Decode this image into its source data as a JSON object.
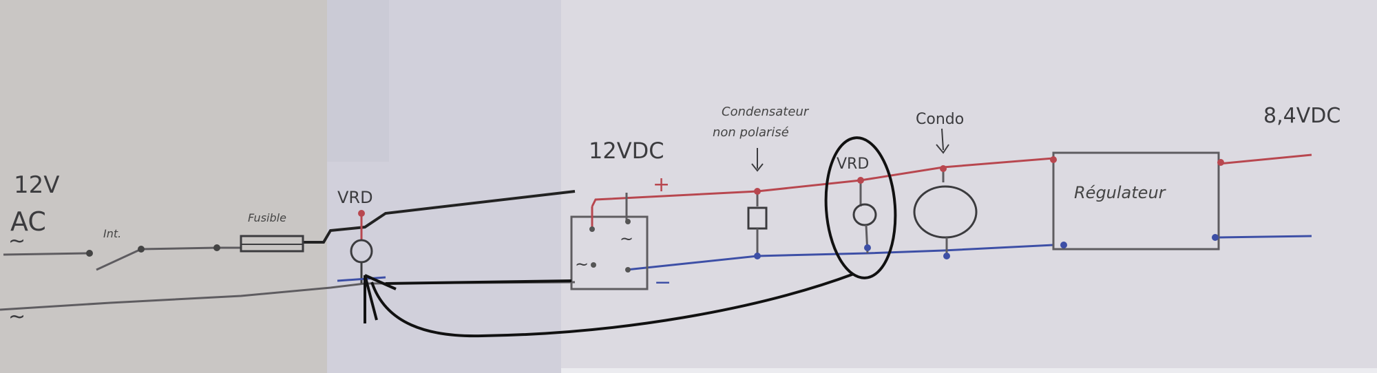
{
  "labels": {
    "input_voltage": "12V",
    "input_type": "AC",
    "tilde_top": "~",
    "tilde_bottom": "~",
    "switch": "Int.",
    "fuse": "Fusible",
    "vrd_left": "VRD",
    "dc_voltage": "12VDC",
    "plus": "+",
    "minus": "−",
    "bridge_tilde_1": "~",
    "bridge_tilde_2": "~",
    "capacitor_np_line1": "Condensateur",
    "capacitor_np_line2": "non polarisé",
    "vrd_right": "VRD",
    "capacitor": "Condo",
    "regulator": "Régulateur",
    "output_voltage": "8,4VDC"
  },
  "colors": {
    "positive_wire": "#b8474f",
    "negative_wire": "#3d4fa6",
    "ac_wire": "#5e5c60",
    "ink": "#2c2c30",
    "paper": "#dcdae1",
    "paste_left": "#c9c6c4",
    "paste_mid": "#cfcfda"
  }
}
